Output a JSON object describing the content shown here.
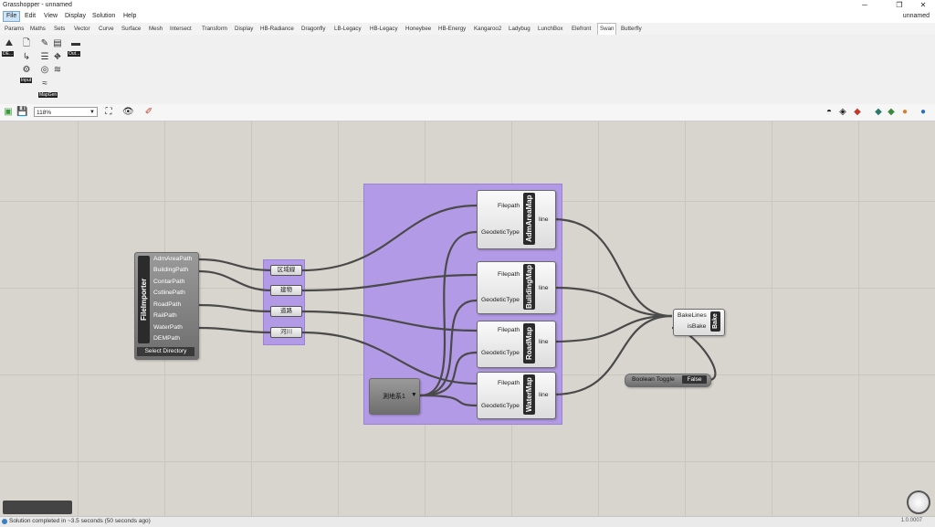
{
  "window": {
    "title": "Grasshopper - unnamed",
    "doc_name": "unnamed"
  },
  "menu": {
    "items": [
      "File",
      "Edit",
      "View",
      "Display",
      "Solution",
      "Help"
    ]
  },
  "tabs": [
    "Params",
    "Maths",
    "Sets",
    "Vector",
    "Curve",
    "Surface",
    "Mesh",
    "Intersect",
    "Transform",
    "Display",
    "HB-Radiance",
    "Dragonfly",
    "LB-Legacy",
    "HB-Legacy",
    "Honeybee",
    "HB-Energy",
    "Kangaroo2",
    "Ladybug",
    "LunchBox",
    "Elefront",
    "Swan",
    "Butterfly"
  ],
  "active_tab": "Swan",
  "ribbon": {
    "groups": [
      "DE...",
      "Input",
      "MapGen",
      "Out..."
    ]
  },
  "toolbar": {
    "zoom": "118%"
  },
  "canvas": {
    "file_importer": {
      "title": "FileImporter",
      "outputs": [
        "AdmAreaPath",
        "BuildingPath",
        "ContarPath",
        "CstlinePath",
        "RoadPath",
        "RailPath",
        "WaterPath",
        "DEMPath"
      ],
      "button": "Select Directory"
    },
    "relays": [
      "区域線",
      "建物",
      "道路",
      "河川"
    ],
    "value_list": {
      "label": "測地系1",
      "arrow": "▼"
    },
    "map_components": [
      {
        "title": "AdmAreaMap",
        "inputs": [
          "Filepath",
          "GeodeticType"
        ],
        "output": "line"
      },
      {
        "title": "BuildingMap",
        "inputs": [
          "Filepath",
          "GeodeticType"
        ],
        "output": "line"
      },
      {
        "title": "RoadMap",
        "inputs": [
          "Filepath",
          "GeodeticType"
        ],
        "output": "line"
      },
      {
        "title": "WaterMap",
        "inputs": [
          "Filepath",
          "GeodeticType"
        ],
        "output": "line"
      }
    ],
    "bake": {
      "title": "Bake",
      "inputs": [
        "BakeLines",
        "isBake"
      ]
    },
    "toggle": {
      "label": "Boolean Toggle",
      "value": "False"
    }
  },
  "status": {
    "text": "Solution completed in ~3.5 seconds (50 seconds ago)",
    "version": "1.0.0007"
  }
}
